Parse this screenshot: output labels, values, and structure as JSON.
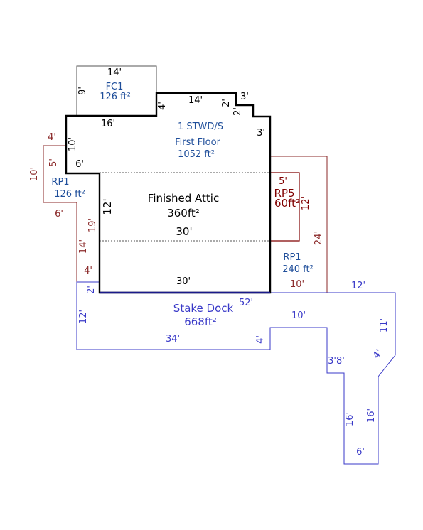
{
  "colors": {
    "main": "#000000",
    "fc": "#555555",
    "rp": "#8b2a2a",
    "rp5": "#800000",
    "deck": "#3a3ac8",
    "label_blue": "#1f4e9a",
    "attic_line": "#555555"
  },
  "fc1": {
    "name": "FC1",
    "area": "126 ft²",
    "dims": {
      "top": "14'",
      "left": "9'",
      "right": "4'"
    }
  },
  "main_floor": {
    "name": "1 STWD/S",
    "level": "First Floor",
    "area": "1052 ft²",
    "dims": {
      "top_left": "16'",
      "left_upper": "10'",
      "notch_top": "6'",
      "top_mid": "14'",
      "step1_top": "3'",
      "step1_side": "2'",
      "step2_side": "2'",
      "right_upper": "3'"
    }
  },
  "attic": {
    "name": "Finished Attic",
    "area": "360ft²",
    "width": "30'",
    "side": "12'"
  },
  "rp1_left": {
    "name": "RP1",
    "area": "126 ft²",
    "dims": {
      "top": "4'",
      "left": "10'",
      "inner": "5'",
      "bottom": "6'",
      "lower": "19'",
      "lower2": "14'",
      "base": "4'"
    }
  },
  "rp5": {
    "name": "RP5",
    "area": "60ft²",
    "dims": {
      "top": "5'",
      "side": "12'"
    }
  },
  "rp1_right": {
    "name": "RP1",
    "area": "240 ft²",
    "dims": {
      "side": "24'",
      "bottom": "10'"
    }
  },
  "main_bottom": "30'",
  "stake_dock": {
    "name": "Stake Dock",
    "area": "668ft²",
    "dims": {
      "top": "52'",
      "left": "12'",
      "left_small": "2'",
      "bottom": "34'",
      "notch": "4'",
      "step_top": "10'",
      "right_top": "12'",
      "right_side": "11'",
      "diag": "4'",
      "step_side": "3'8'",
      "leg_left": "16'",
      "leg_right": "16'",
      "leg_bottom": "6'"
    }
  }
}
